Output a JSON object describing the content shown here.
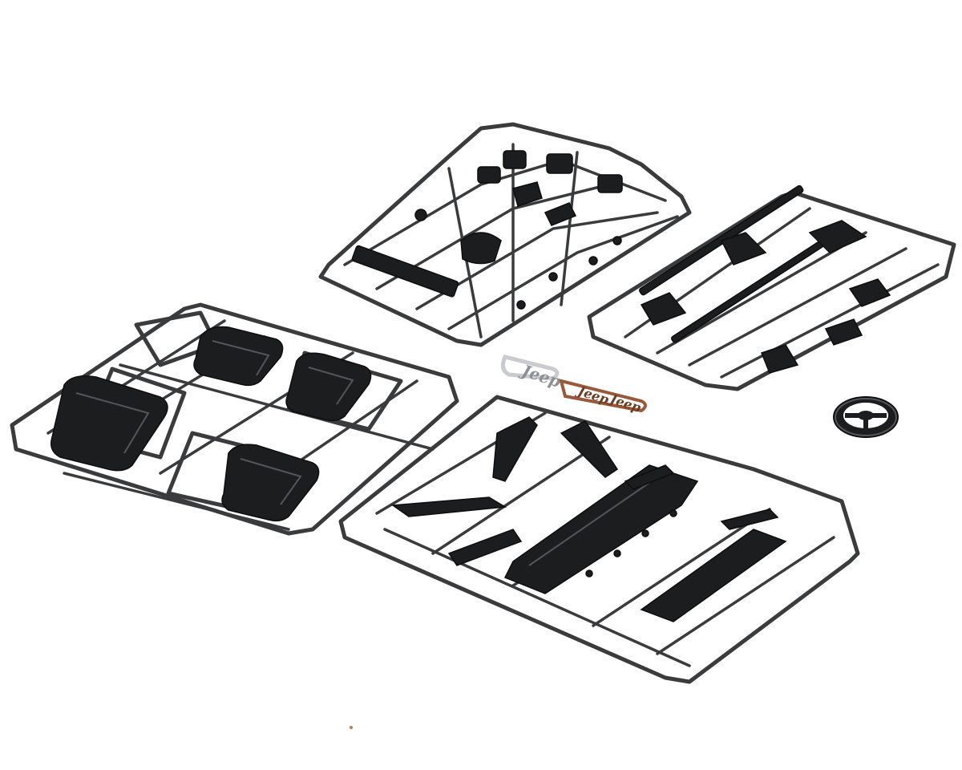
{
  "scene": {
    "background": "#ffffff",
    "sprue_color": "#3a3b3d",
    "part_color": "#1c1d1f",
    "chrome_color": "#c9cbcf",
    "bronze_color": "#9a5a3a"
  },
  "emblems": {
    "chrome_label": "Jeep",
    "bronze_label_1": "Jeep",
    "bronze_label_2": "Jeep"
  }
}
